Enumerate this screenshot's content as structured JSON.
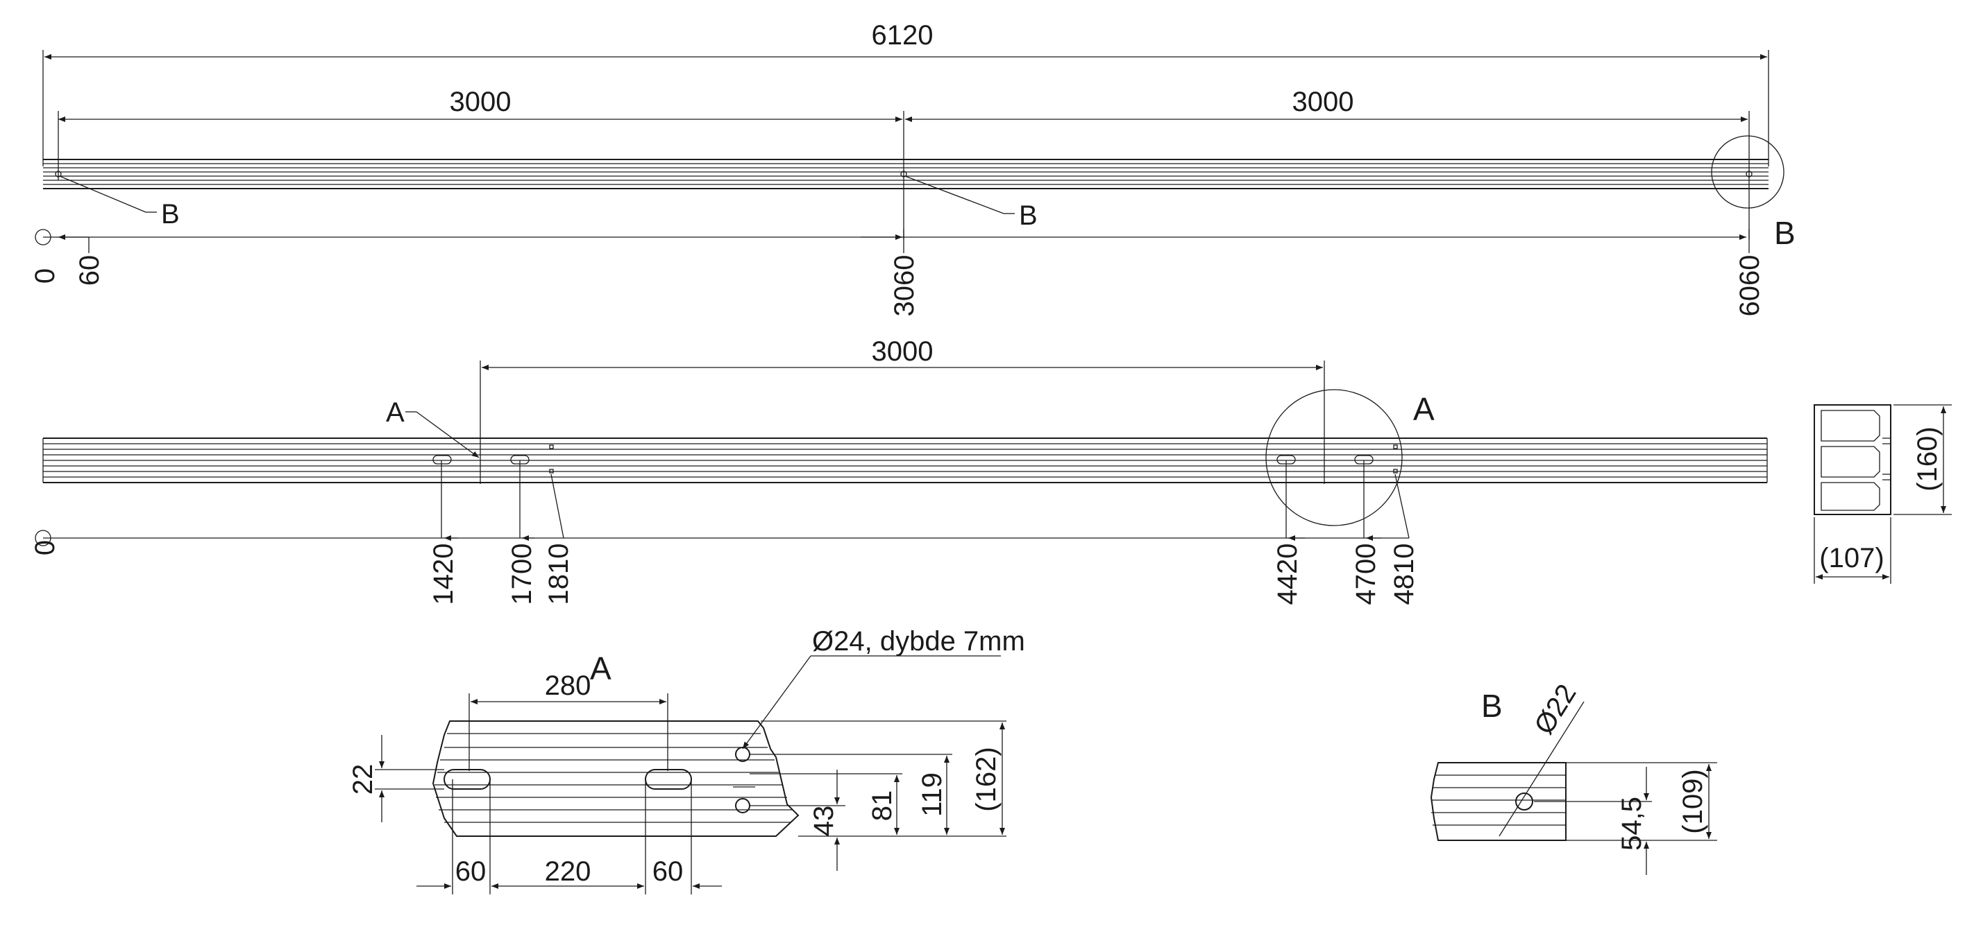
{
  "view_top": {
    "overall": "6120",
    "span_left": "3000",
    "span_right": "3000",
    "callout_b1": "B",
    "callout_b2": "B",
    "detail_ref": "B",
    "ordinates": [
      "0",
      "60",
      "3060",
      "6060"
    ]
  },
  "view_middle": {
    "span": "3000",
    "callout_a": "A",
    "detail_ref": "A",
    "ordinates": [
      "0",
      "1420",
      "1700",
      "1810",
      "4420",
      "4700",
      "4810"
    ]
  },
  "section": {
    "height": "(160)",
    "width": "(107)"
  },
  "detail_a": {
    "title": "A",
    "hole_note": "Ø24, dybde 7mm",
    "slot_len": "280",
    "slot_h": "22",
    "h_43": "43",
    "h_81": "81",
    "h_119": "119",
    "h_162": "(162)",
    "w_60a": "60",
    "w_220": "220",
    "w_60b": "60"
  },
  "detail_b": {
    "title": "B",
    "hole_dia": "Ø22",
    "h_545": "54,5",
    "h_109": "(109)"
  }
}
